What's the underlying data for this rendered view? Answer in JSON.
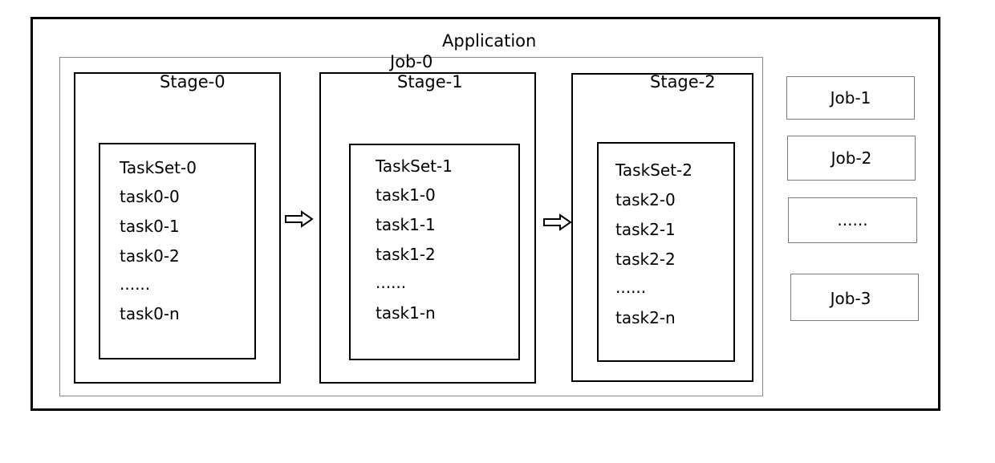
{
  "application": {
    "label": "Application"
  },
  "job0": {
    "label": "Job-0"
  },
  "stages": [
    {
      "label": "Stage-0",
      "taskset": "TaskSet-0",
      "tasks": [
        "task0-0",
        "task0-1",
        "task0-2",
        "......",
        "task0-n"
      ]
    },
    {
      "label": "Stage-1",
      "taskset": "TaskSet-1",
      "tasks": [
        "task1-0",
        "task1-1",
        "task1-2",
        "......",
        "task1-n"
      ]
    },
    {
      "label": "Stage-2",
      "taskset": "TaskSet-2",
      "tasks": [
        "task2-0",
        "task2-1",
        "task2-2",
        "......",
        "task2-n"
      ]
    }
  ],
  "other_jobs": [
    "Job-1",
    "Job-2",
    "......",
    "Job-3"
  ]
}
